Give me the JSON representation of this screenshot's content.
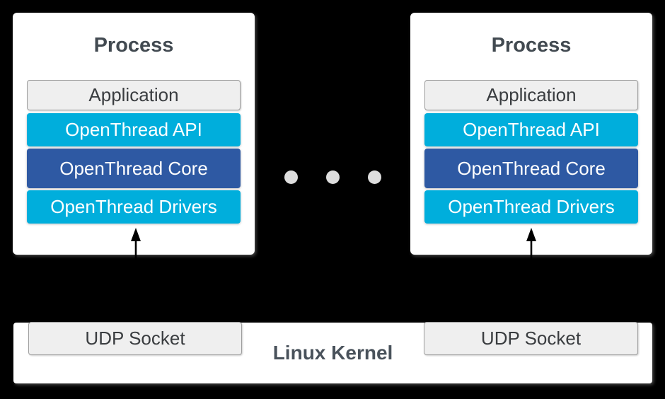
{
  "colors": {
    "background": "#000000",
    "card-bg": "#ffffff",
    "cyan": "#00aedc",
    "dark-blue": "#2e59a3",
    "layer-gray-bg": "#efefef",
    "layer-gray-border": "#9e9e9e",
    "title-text": "#424a51",
    "kernel-text": "#49525b",
    "dark-text": "#3a3d40",
    "white-text": "#ffffff",
    "dot": "#dedede",
    "arrow": "#000000"
  },
  "processes": [
    {
      "title": "Process",
      "layers": [
        {
          "label": "Application"
        },
        {
          "label": "OpenThread API"
        },
        {
          "label": "OpenThread Core"
        },
        {
          "label": "OpenThread Drivers"
        }
      ]
    },
    {
      "title": "Process",
      "layers": [
        {
          "label": "Application"
        },
        {
          "label": "OpenThread API"
        },
        {
          "label": "OpenThread Core"
        },
        {
          "label": "OpenThread Drivers"
        }
      ]
    }
  ],
  "ellipsis": {
    "dot_count": "3"
  },
  "kernel": {
    "label": "Linux Kernel",
    "sockets": [
      {
        "label": "UDP Socket"
      },
      {
        "label": "UDP Socket"
      }
    ]
  }
}
